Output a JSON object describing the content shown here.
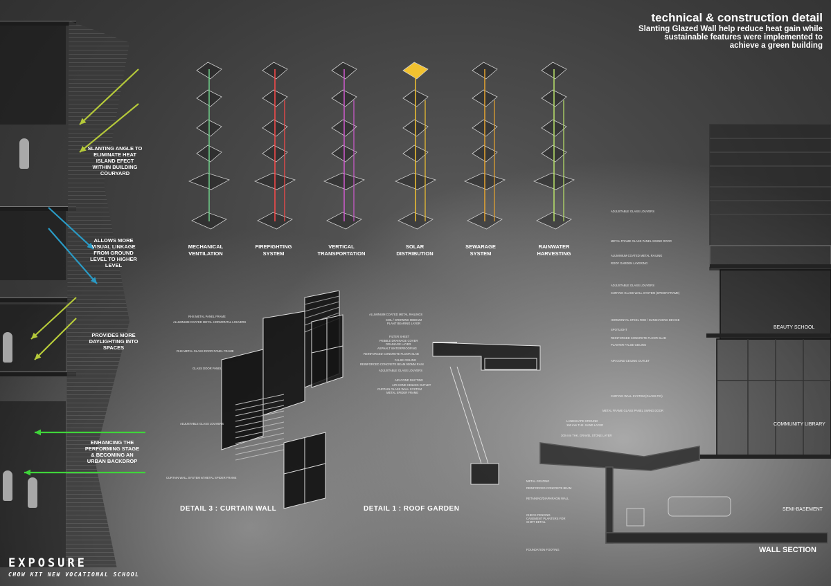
{
  "header": {
    "title": "technical & construction detail",
    "subtitle_lines": [
      "Slanting Glazed Wall help reduce heat gain while",
      "sustainable features were implemented to",
      "achieve a green building"
    ]
  },
  "left_notes": [
    {
      "text": "SLANTING ANGLE TO ELIMINATE HEAT ISLAND EFECT WITHIN BUILDING COURYARD"
    },
    {
      "text": "ALLOWS MORE VISUAL LINKAGE FROM GROUND LEVEL TO HIGHER LEVEL"
    },
    {
      "text": "PROVIDES MORE DAYLIGHTING INTO SPACES"
    },
    {
      "text": "ENHANCING THE PERFORMING STAGE & BECOMING AN URBAN BACKDROP"
    }
  ],
  "arrow_colors": {
    "yellow": "#b5c93a",
    "blue": "#2a9ac4",
    "green": "#3fd43a"
  },
  "systems": [
    {
      "label1": "MECHANICAL",
      "label2": "VENTILATION",
      "color": "#6fd08a"
    },
    {
      "label1": "FIREFIGHTING",
      "label2": "SYSTEM",
      "color": "#ff4a4a"
    },
    {
      "label1": "VERTICAL",
      "label2": "TRANSPORTATION",
      "color": "#d05ad0"
    },
    {
      "label1": "SOLAR",
      "label2": "DISTRIBUTION",
      "color": "#f2c230"
    },
    {
      "label1": "SEWARAGE",
      "label2": "SYSTEM",
      "color": "#e8a530"
    },
    {
      "label1": "RAINWATER",
      "label2": "HARVESTING",
      "color": "#b9e36a"
    }
  ],
  "detail3": {
    "title": "DETAIL 3 : CURTAIN WALL",
    "labels": [
      "RHS METAL PANEL FRAME",
      "ALUMINIUM COATED METAL HORIZONTAL LOUVERS",
      "RHS METAL GLASS DOOR PANEL FRAME",
      "GLASS DOOR PANEL",
      "ADJUSTABLE GLASS LOUVERS",
      "CURTAIN WALL SYSTEM w/ METAL SPIDER FRAME"
    ]
  },
  "detail1": {
    "title": "DETAIL 1 : ROOF GARDEN",
    "labels": [
      "ALUMINIUM COATED METAL RAILINGS",
      "SOIL / GROWING MEDIUM",
      "PLANT BEARING LAYER",
      "FILTER SHEET",
      "PEBBLE DRAINAGE COVER",
      "DRAINAGE LAYER",
      "ASPHALT WATERPROOFING",
      "REINFORCED CONCRETE FLOOR SLAB",
      "FALSE CEILING",
      "REINFORCED CONCRETE BEAM 900MM RAIN",
      "ADJUSTABLE GLASS LOUVERS",
      "AIR-COND DUCTING",
      "AIR-COND CEILING OUTLET",
      "CURTAIN GLASS WALL SYSTEM",
      "METAL SPIDER FRAME"
    ]
  },
  "wall_section": {
    "title": "WALL SECTION",
    "labels": [
      "ADJUSTABLE GLASS LOUVERS",
      "METAL FRAME GLASS PANEL SWING DOOR",
      "ALUMINIUM COATED METAL RAILING",
      "ROOF GARDEN LAYERING",
      "ADJUSTABLE GLASS LOUVERS",
      "CURTAIN GLASS WALL SYSTEM (SPIDER FRAME)",
      "HORIZONTAL STEEL ROD / SUNSHADING DEVICE",
      "SPOTLIGHT",
      "REINFORCED CONCRETE FLOOR SLAB",
      "PLASTER FALSE CEILING",
      "AIR COND CEILING OUTLET",
      "CURTAIN WALL SYSTEM (GLASS FIN)",
      "METAL FRAME GLASS PANEL SWING DOOR",
      "LANDSCAPE GROUND",
      "150 mm THK. SAND LAYER",
      "300 mm THK. GRAVEL STONE LAYER",
      "METAL GRATING",
      "REINFORCED CONCRETE BEAM",
      "RETAINING/DIAPHRAGM WALL",
      "CHECK FENCING",
      "CASEMENT PLANTERS FOR",
      "SHIRT DETAIL",
      "FOUNDATION FOOTING"
    ],
    "rooms": [
      "BEAUTY SCHOOL",
      "COMMUNITY LIBRARY",
      "SEMI-BASEMENT"
    ]
  },
  "brand": {
    "name": "EXPOSURE",
    "subtitle": "CHOW KIT NEW VOCATIONAL SCHOOL"
  }
}
